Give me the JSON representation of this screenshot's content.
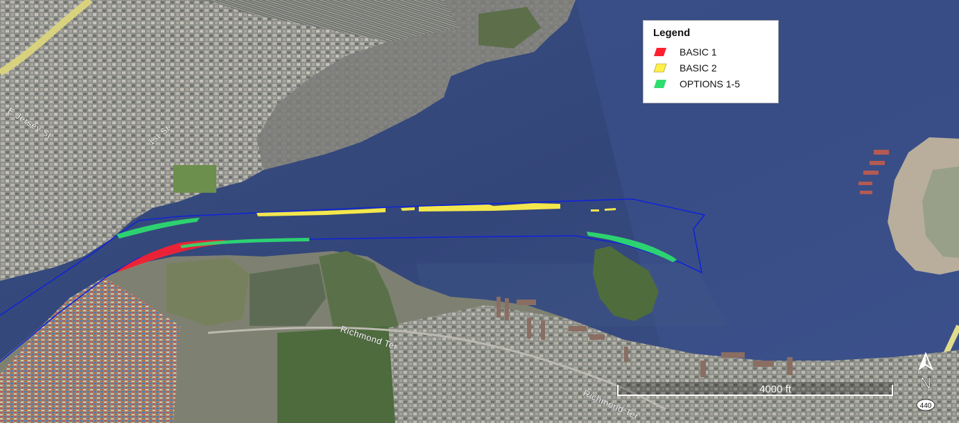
{
  "map": {
    "legend": {
      "title": "Legend",
      "items": [
        {
          "label": "BASIC 1",
          "color": "#ff1f2e"
        },
        {
          "label": "BASIC 2",
          "color": "#fff04a"
        },
        {
          "label": "OPTIONS 1-5",
          "color": "#2dde6f"
        }
      ]
    },
    "streets": {
      "e_jersey": "E Jersey St",
      "first": "1st St",
      "richmond_1": "Richmond Ter",
      "richmond_2": "Richmond Ter"
    },
    "scale_label": "4000 ft",
    "north_label": "N",
    "route_number": "440",
    "colors": {
      "water": "#34487a",
      "channel_outline": "#1023d8",
      "land": "#7c8272",
      "urban": "#9a9b97"
    }
  }
}
